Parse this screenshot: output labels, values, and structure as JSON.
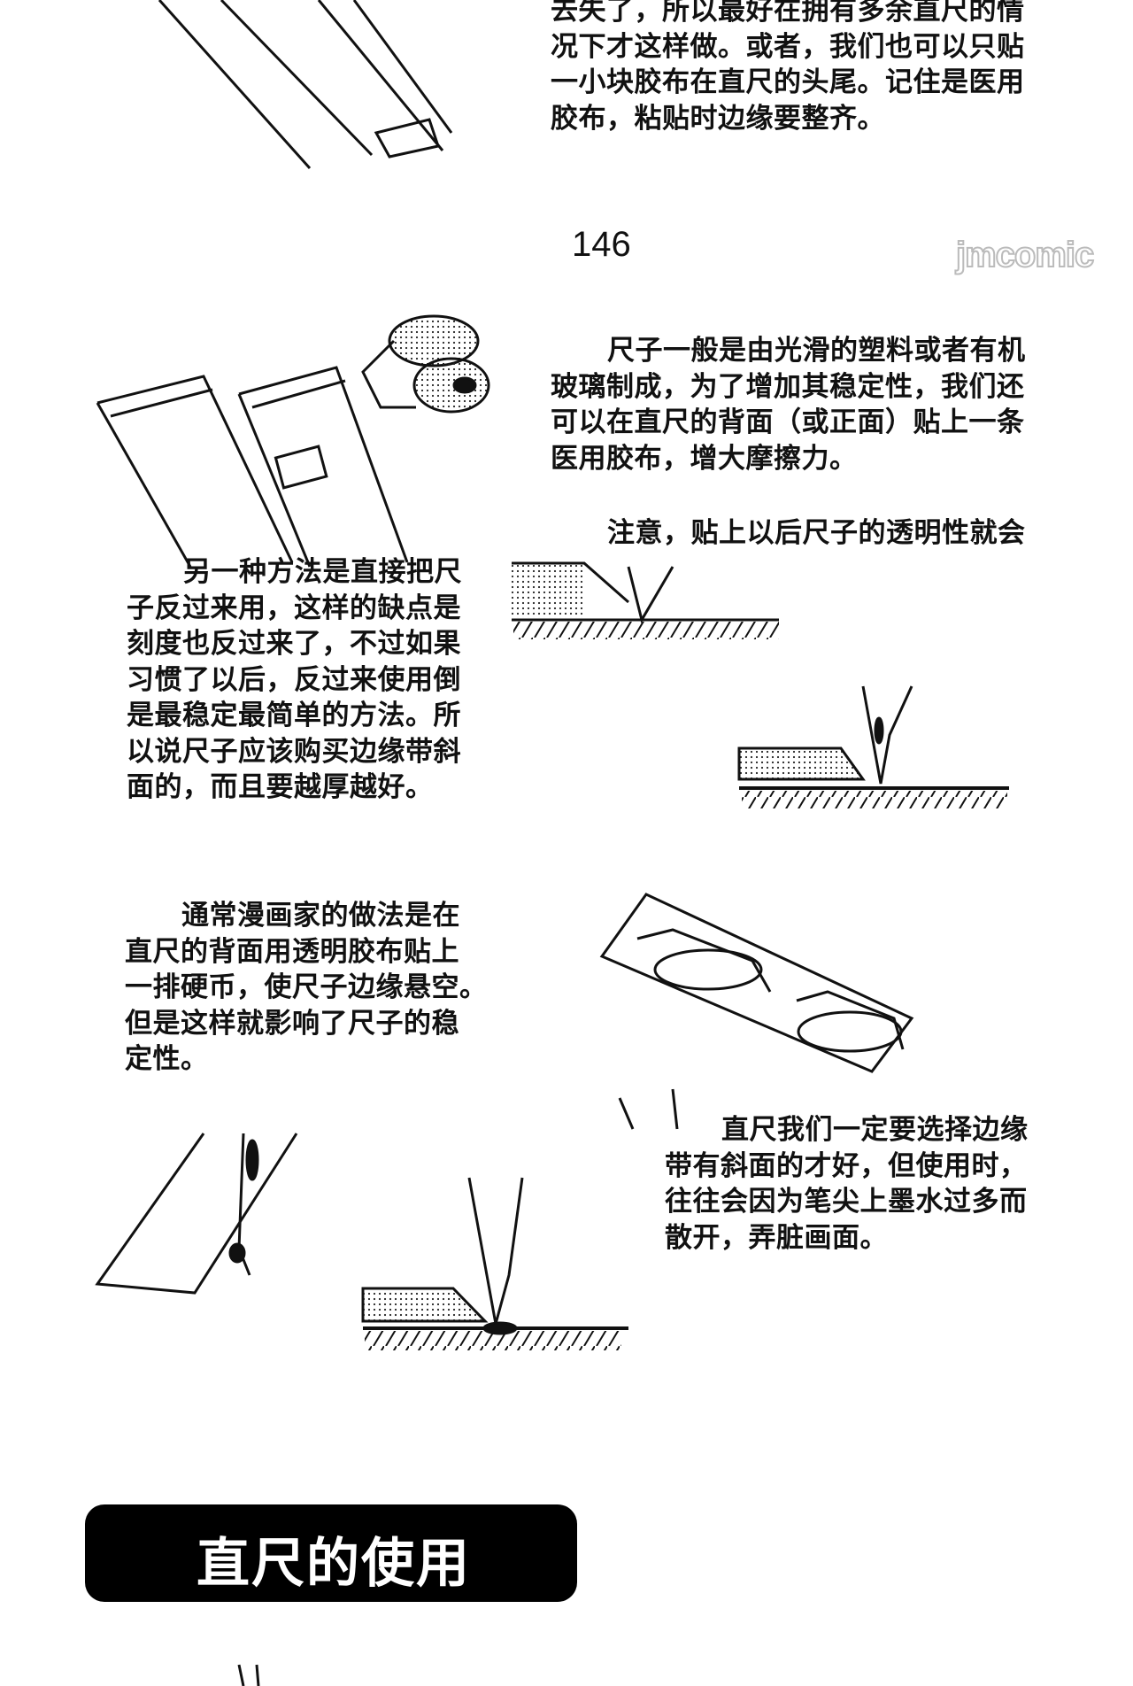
{
  "page_number": "146",
  "watermark": "jmcomic",
  "paragraphs": {
    "top_right": [
      "去失了，所以最好在拥有多余直尺的情",
      "况下才这样做。或者，我们也可以只贴",
      "一小块胶布在直尺的头尾。记住是医用",
      "胶布，粘贴时边缘要整齐。"
    ],
    "ruler_material": [
      "尺子一般是由光滑的塑料或者有机",
      "玻璃制成，为了增加其稳定性，我们还",
      "可以在直尺的背面（或正面）贴上一条",
      "医用胶布，增大摩擦力。"
    ],
    "note": [
      "注意，贴上以后尺子的透明性就会"
    ],
    "reverse": [
      "另一种方法是直接把尺",
      "子反过来用，这样的缺点是",
      "刻度也反过来了，不过如果",
      "习惯了以后，反过来使用倒",
      "是最稳定最简单的方法。所",
      "以说尺子应该购买边缘带斜",
      "面的，而且要越厚越好。"
    ],
    "coins": [
      "通常漫画家的做法是在",
      "直尺的背面用透明胶布贴上",
      "一排硬币，使尺子边缘悬空。",
      "但是这样就影响了尺子的稳",
      "定性。"
    ],
    "bevel": [
      "直尺我们一定要选择边缘",
      "带有斜面的才好，但使用时，",
      "往往会因为笔尖上墨水过多而",
      "散开，弄脏画面。"
    ]
  },
  "section_header": "直尺的使用"
}
